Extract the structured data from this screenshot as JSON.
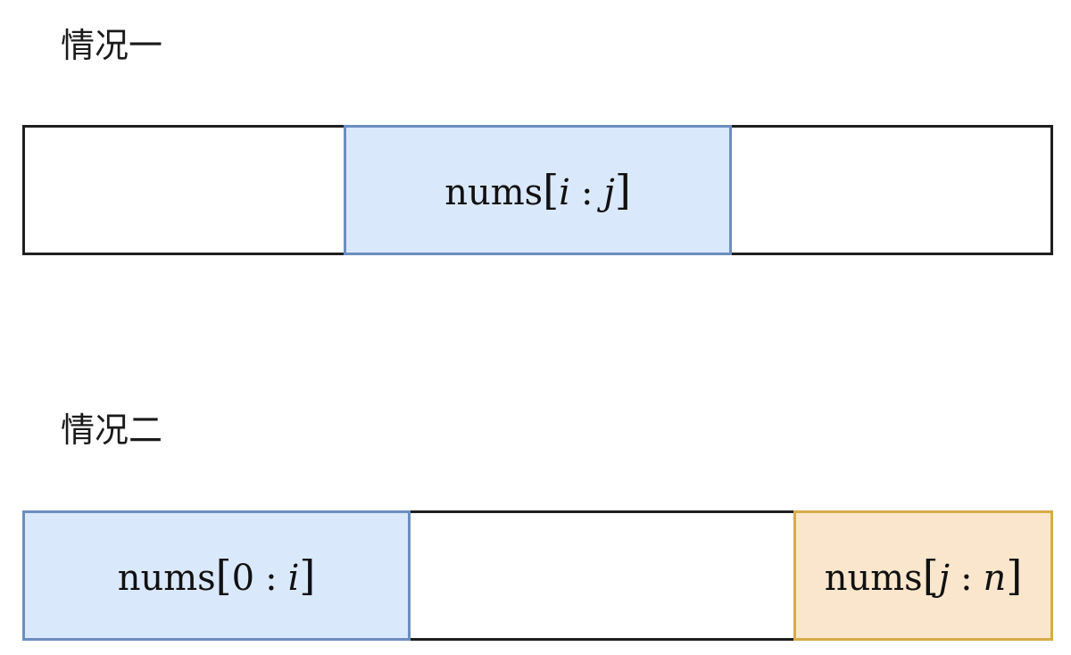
{
  "case_one": {
    "title": "情况一",
    "segments": [
      {
        "label": ""
      },
      {
        "func": "nums",
        "open": "[",
        "a": "i",
        "sep": ":",
        "b": "j",
        "close": "]"
      },
      {
        "label": ""
      }
    ]
  },
  "case_two": {
    "title": "情况二",
    "segments": [
      {
        "func": "nums",
        "open": "[",
        "a": "0",
        "sep": ":",
        "b": "i",
        "close": "]"
      },
      {
        "label": ""
      },
      {
        "func": "nums",
        "open": "[",
        "a": "j",
        "sep": ":",
        "b": "n",
        "close": "]"
      }
    ]
  },
  "colors": {
    "highlight_blue_fill": "#dae8fc",
    "highlight_blue_stroke": "#6c8ebf",
    "highlight_orange_fill": "#fae6cd",
    "highlight_orange_stroke": "#d6ab4a",
    "plain_stroke": "#1f1f1f"
  }
}
